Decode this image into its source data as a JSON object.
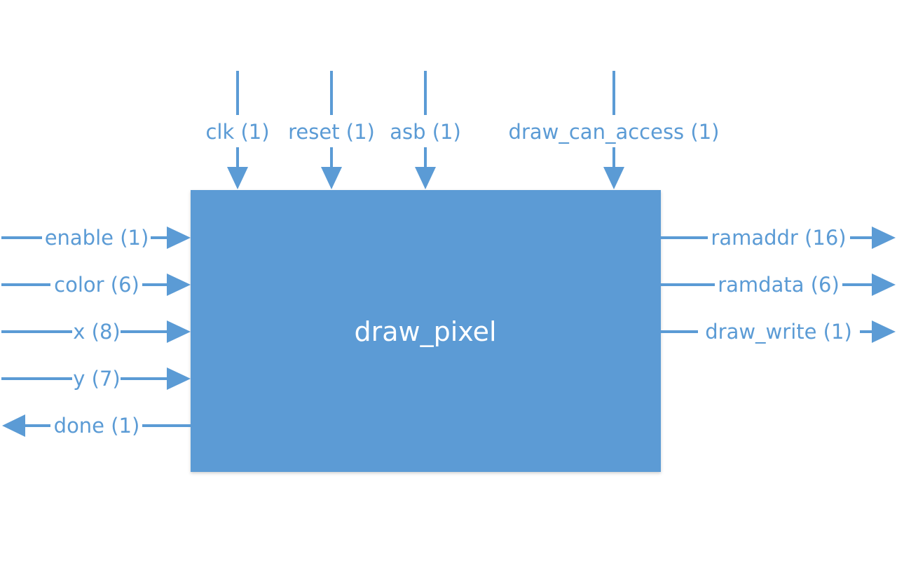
{
  "block": {
    "name": "draw_pixel"
  },
  "colors": {
    "block_fill": "#5b9bd5",
    "wire": "#5b9bd5",
    "label": "#5b9bd5",
    "block_text": "#ffffff"
  },
  "top_inputs": [
    {
      "label": "clk (1)",
      "direction": "in"
    },
    {
      "label": "reset (1)",
      "direction": "in"
    },
    {
      "label": "asb (1)",
      "direction": "in"
    },
    {
      "label": "draw_can_access (1)",
      "direction": "in"
    }
  ],
  "left_ports": [
    {
      "label": "enable (1)",
      "direction": "in"
    },
    {
      "label": "color (6)",
      "direction": "in"
    },
    {
      "label": "x (8)",
      "direction": "in"
    },
    {
      "label": "y (7)",
      "direction": "in"
    },
    {
      "label": "done (1)",
      "direction": "out"
    }
  ],
  "right_outputs": [
    {
      "label": "ramaddr (16)",
      "direction": "out"
    },
    {
      "label": "ramdata (6)",
      "direction": "out"
    },
    {
      "label": "draw_write (1)",
      "direction": "out"
    }
  ]
}
